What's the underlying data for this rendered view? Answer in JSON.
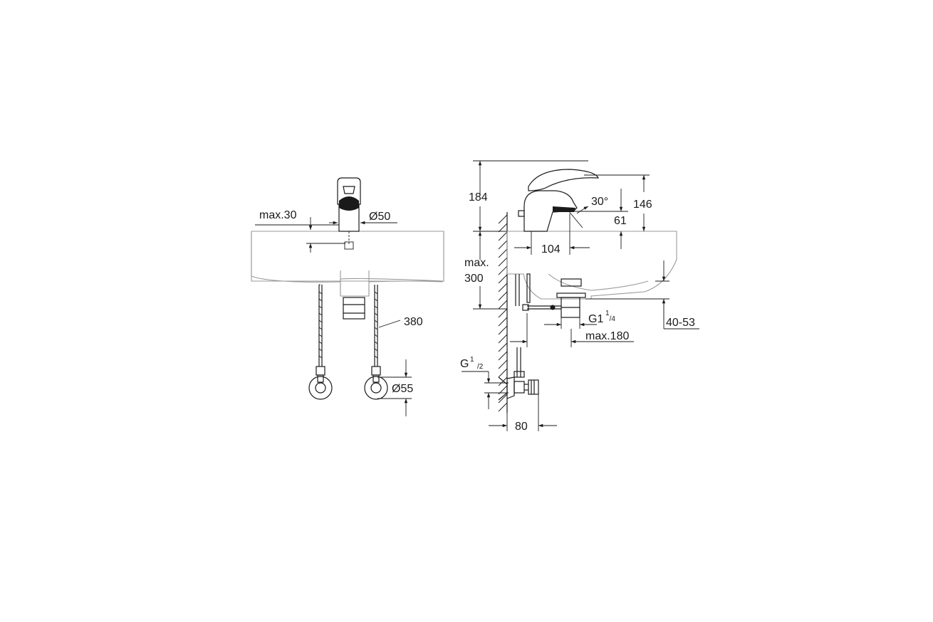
{
  "front_view": {
    "dim_max30": "max.30",
    "dim_dia50": "Ø50",
    "dim_380": "380",
    "dim_dia55": "Ø55"
  },
  "side_view": {
    "dim_184": "184",
    "dim_146": "146",
    "dim_30deg": "30°",
    "dim_61": "61",
    "dim_104": "104",
    "dim_max": "max.",
    "dim_300": "300",
    "dim_g1_base": "G1",
    "dim_g1_frac": "1/4",
    "dim_max180": "max.180",
    "dim_40_53": "40-53",
    "dim_g_half_base": "G",
    "dim_g_half_frac": "1/2",
    "dim_80": "80"
  },
  "colors": {
    "line": "#1a1a1a",
    "basin": "#9a9a9a",
    "background": "#ffffff"
  }
}
